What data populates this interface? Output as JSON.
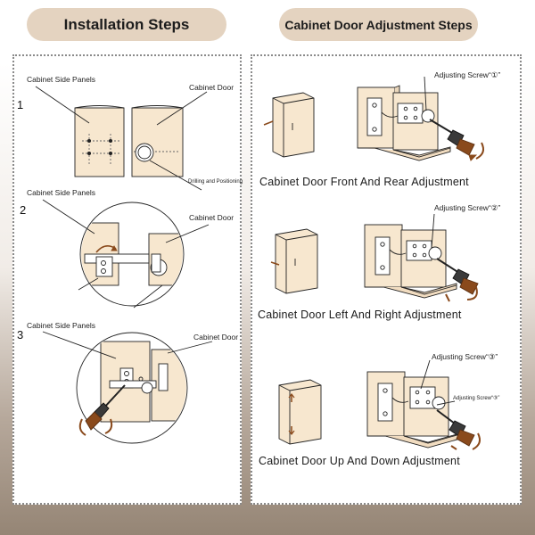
{
  "headers": {
    "installation": "Installation Steps",
    "adjustment": "Cabinet Door Adjustment Steps"
  },
  "installation": {
    "steps": [
      {
        "number": "1",
        "side_label": "Cabinet Side Panels",
        "door_label": "Cabinet Door",
        "extra_label": "Drilling and Positioning"
      },
      {
        "number": "2",
        "side_label": "Cabinet Side Panels",
        "door_label": "Cabinet Door"
      },
      {
        "number": "3",
        "side_label": "Cabinet Side Panels",
        "door_label": "Cabinet Door"
      }
    ]
  },
  "adjustment": {
    "steps": [
      {
        "screw_label": "Adjusting Screw“①”",
        "caption": "Cabinet Door Front And Rear Adjustment"
      },
      {
        "screw_label": "Adjusting Screw“②”",
        "caption": "Cabinet Door Left And Right Adjustment"
      },
      {
        "screw_label": "Adjusting Screw“③”",
        "screw_label_2": "Adjusting Screw“③”",
        "caption": "Cabinet Door Up And Down Adjustment"
      }
    ]
  },
  "colors": {
    "wood": "#f7e7cf",
    "header_pill": "#e4d3c0",
    "arrow_brown": "#8a4a1c",
    "line": "#222222"
  }
}
